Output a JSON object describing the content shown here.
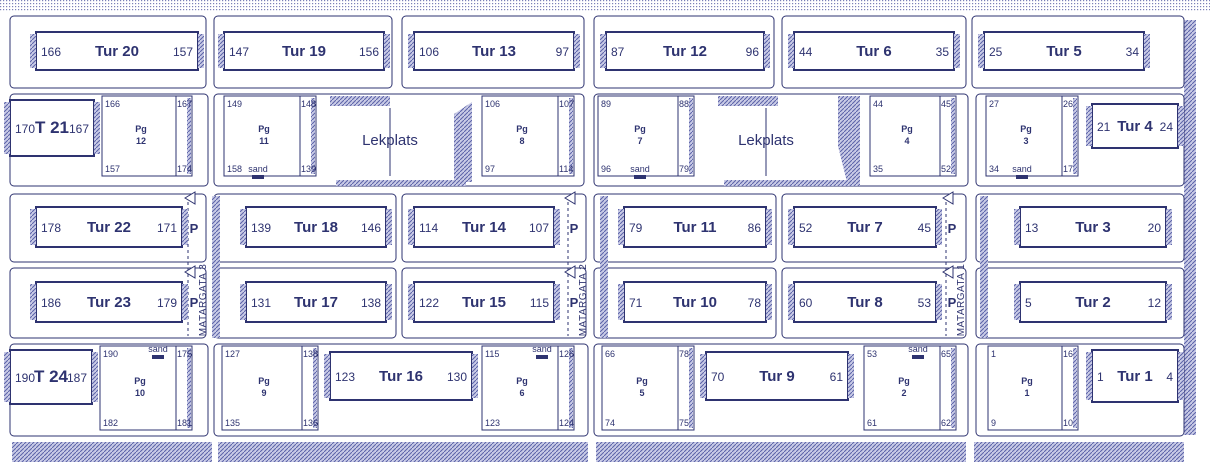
{
  "colors": {
    "ink": "#2e3370",
    "hatch": "#5b62a8",
    "light": "#9aa0cc",
    "paper": "#ffffff"
  },
  "streets": [
    "MATARGATA 3",
    "MATARGATA 2",
    "MATARGATA 1"
  ],
  "parking_label": "P",
  "sand_label": "sand",
  "playground_label": "Lekplats",
  "row1": [
    {
      "name": "Tur 20",
      "from": "166",
      "to": "157"
    },
    {
      "name": "Tur 19",
      "from": "147",
      "to": "156"
    },
    {
      "name": "Tur 13",
      "from": "106",
      "to": "97"
    },
    {
      "name": "Tur 12",
      "from": "87",
      "to": "96"
    },
    {
      "name": "Tur 6",
      "from": "44",
      "to": "35"
    },
    {
      "name": "Tur 5",
      "from": "25",
      "to": "34"
    }
  ],
  "row3": [
    {
      "name": "Tur 22",
      "from": "178",
      "to": "171"
    },
    {
      "name": "Tur 18",
      "from": "139",
      "to": "146"
    },
    {
      "name": "Tur 14",
      "from": "114",
      "to": "107"
    },
    {
      "name": "Tur 11",
      "from": "79",
      "to": "86"
    },
    {
      "name": "Tur 7",
      "from": "52",
      "to": "45"
    },
    {
      "name": "Tur 3",
      "from": "13",
      "to": "20"
    }
  ],
  "row4": [
    {
      "name": "Tur 23",
      "from": "186",
      "to": "179"
    },
    {
      "name": "Tur 17",
      "from": "131",
      "to": "138"
    },
    {
      "name": "Tur 15",
      "from": "122",
      "to": "115"
    },
    {
      "name": "Tur 10",
      "from": "71",
      "to": "78"
    },
    {
      "name": "Tur 8",
      "from": "60",
      "to": "53"
    },
    {
      "name": "Tur 2",
      "from": "5",
      "to": "12"
    }
  ],
  "row2": {
    "t21": {
      "name": "T 21",
      "from": "170",
      "to": "167"
    },
    "t4": {
      "name": "Tur 4",
      "from": "21",
      "to": "24"
    },
    "pg12": {
      "label": "Pg 12",
      "a": "166",
      "b": "157",
      "c": "167",
      "d": "174"
    },
    "pg11": {
      "label": "Pg 11",
      "a": "149",
      "b": "158",
      "c": "148",
      "d": "139"
    },
    "pg8": {
      "label": "Pg 8",
      "a": "106",
      "b": "97",
      "c": "107",
      "d": "114"
    },
    "pg7": {
      "label": "Pg 7",
      "a": "89",
      "b": "96",
      "c": "88",
      "d": "79"
    },
    "pg4": {
      "label": "Pg 4",
      "a": "44",
      "b": "35",
      "c": "45",
      "d": "52"
    },
    "pg3": {
      "label": "Pg 3",
      "a": "27",
      "b": "34",
      "c": "26",
      "d": "17"
    }
  },
  "row5": {
    "t24": {
      "name": "T 24",
      "from": "190",
      "to": "187"
    },
    "t16": {
      "name": "Tur 16",
      "from": "123",
      "to": "130"
    },
    "t9": {
      "name": "Tur 9",
      "from": "70",
      "to": "61"
    },
    "t1": {
      "name": "Tur 1",
      "from": "1",
      "to": "4"
    },
    "pg10": {
      "label": "Pg 10",
      "a": "190",
      "b": "182",
      "c": "175",
      "d": "181"
    },
    "pg9": {
      "label": "Pg 9",
      "a": "127",
      "b": "135",
      "c": "138",
      "d": "136"
    },
    "pg6": {
      "label": "Pg 6",
      "a": "115",
      "b": "123",
      "c": "126",
      "d": "124"
    },
    "pg5": {
      "label": "Pg 5",
      "a": "66",
      "b": "74",
      "c": "78",
      "d": "75"
    },
    "pg2": {
      "label": "Pg 2",
      "a": "53",
      "b": "61",
      "c": "65",
      "d": "62"
    },
    "pg1": {
      "label": "Pg 1",
      "a": "1",
      "b": "9",
      "c": "16",
      "d": "10"
    }
  }
}
